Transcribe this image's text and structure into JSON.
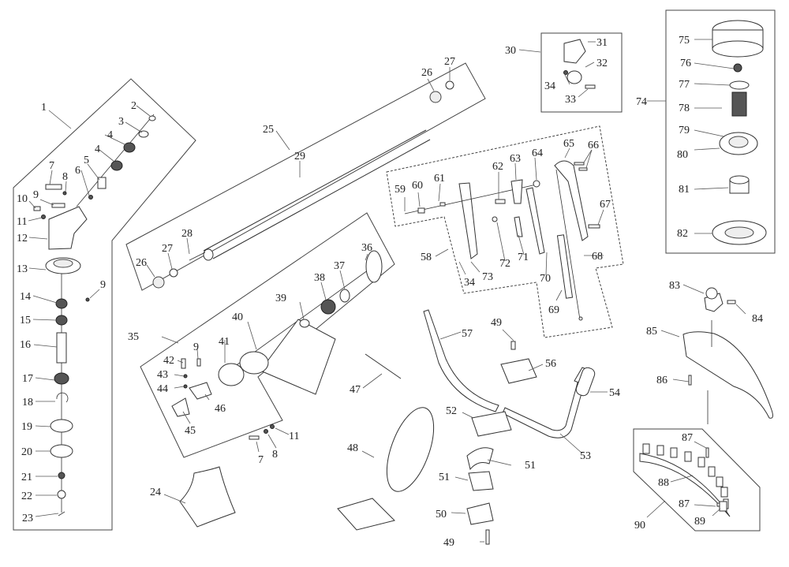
{
  "diagram": {
    "title": "Brush cutter exploded parts diagram",
    "callouts": [
      {
        "id": "c1",
        "label": "1"
      },
      {
        "id": "c2",
        "label": "2"
      },
      {
        "id": "c3",
        "label": "3"
      },
      {
        "id": "c4a",
        "label": "4"
      },
      {
        "id": "c4b",
        "label": "4"
      },
      {
        "id": "c5",
        "label": "5"
      },
      {
        "id": "c6",
        "label": "6"
      },
      {
        "id": "c7a",
        "label": "7"
      },
      {
        "id": "c8a",
        "label": "8"
      },
      {
        "id": "c9a",
        "label": "9"
      },
      {
        "id": "c10",
        "label": "10"
      },
      {
        "id": "c11a",
        "label": "11"
      },
      {
        "id": "c12",
        "label": "12"
      },
      {
        "id": "c13",
        "label": "13"
      },
      {
        "id": "c9b",
        "label": "9"
      },
      {
        "id": "c14",
        "label": "14"
      },
      {
        "id": "c15",
        "label": "15"
      },
      {
        "id": "c16",
        "label": "16"
      },
      {
        "id": "c17",
        "label": "17"
      },
      {
        "id": "c18",
        "label": "18"
      },
      {
        "id": "c19",
        "label": "19"
      },
      {
        "id": "c20",
        "label": "20"
      },
      {
        "id": "c21",
        "label": "21"
      },
      {
        "id": "c22",
        "label": "22"
      },
      {
        "id": "c23",
        "label": "23"
      },
      {
        "id": "c24",
        "label": "24"
      },
      {
        "id": "c25",
        "label": "25"
      },
      {
        "id": "c26a",
        "label": "26"
      },
      {
        "id": "c27a",
        "label": "27"
      },
      {
        "id": "c26b",
        "label": "26"
      },
      {
        "id": "c27b",
        "label": "27"
      },
      {
        "id": "c28",
        "label": "28"
      },
      {
        "id": "c29",
        "label": "29"
      },
      {
        "id": "c30",
        "label": "30"
      },
      {
        "id": "c31",
        "label": "31"
      },
      {
        "id": "c32",
        "label": "32"
      },
      {
        "id": "c33",
        "label": "33"
      },
      {
        "id": "c34a",
        "label": "34"
      },
      {
        "id": "c35",
        "label": "35"
      },
      {
        "id": "c36",
        "label": "36"
      },
      {
        "id": "c37",
        "label": "37"
      },
      {
        "id": "c38",
        "label": "38"
      },
      {
        "id": "c39",
        "label": "39"
      },
      {
        "id": "c40",
        "label": "40"
      },
      {
        "id": "c41",
        "label": "41"
      },
      {
        "id": "c42",
        "label": "42"
      },
      {
        "id": "c43",
        "label": "43"
      },
      {
        "id": "c44",
        "label": "44"
      },
      {
        "id": "c45",
        "label": "45"
      },
      {
        "id": "c46",
        "label": "46"
      },
      {
        "id": "c9c",
        "label": "9"
      },
      {
        "id": "c7b",
        "label": "7"
      },
      {
        "id": "c8b",
        "label": "8"
      },
      {
        "id": "c11b",
        "label": "11"
      },
      {
        "id": "c47",
        "label": "47"
      },
      {
        "id": "c48",
        "label": "48"
      },
      {
        "id": "c49a",
        "label": "49"
      },
      {
        "id": "c49b",
        "label": "49"
      },
      {
        "id": "c50",
        "label": "50"
      },
      {
        "id": "c51a",
        "label": "51"
      },
      {
        "id": "c51b",
        "label": "51"
      },
      {
        "id": "c52",
        "label": "52"
      },
      {
        "id": "c53",
        "label": "53"
      },
      {
        "id": "c54",
        "label": "54"
      },
      {
        "id": "c56",
        "label": "56"
      },
      {
        "id": "c57",
        "label": "57"
      },
      {
        "id": "c58",
        "label": "58"
      },
      {
        "id": "c59",
        "label": "59"
      },
      {
        "id": "c60",
        "label": "60"
      },
      {
        "id": "c61",
        "label": "61"
      },
      {
        "id": "c62",
        "label": "62"
      },
      {
        "id": "c63",
        "label": "63"
      },
      {
        "id": "c64",
        "label": "64"
      },
      {
        "id": "c65",
        "label": "65"
      },
      {
        "id": "c66",
        "label": "66"
      },
      {
        "id": "c67",
        "label": "67"
      },
      {
        "id": "c68",
        "label": "68"
      },
      {
        "id": "c69",
        "label": "69"
      },
      {
        "id": "c70",
        "label": "70"
      },
      {
        "id": "c71",
        "label": "71"
      },
      {
        "id": "c72",
        "label": "72"
      },
      {
        "id": "c73",
        "label": "73"
      },
      {
        "id": "c34b",
        "label": "34"
      },
      {
        "id": "c74",
        "label": "74"
      },
      {
        "id": "c75",
        "label": "75"
      },
      {
        "id": "c76",
        "label": "76"
      },
      {
        "id": "c77",
        "label": "77"
      },
      {
        "id": "c78",
        "label": "78"
      },
      {
        "id": "c79",
        "label": "79"
      },
      {
        "id": "c80",
        "label": "80"
      },
      {
        "id": "c81",
        "label": "81"
      },
      {
        "id": "c82",
        "label": "82"
      },
      {
        "id": "c83",
        "label": "83"
      },
      {
        "id": "c84",
        "label": "84"
      },
      {
        "id": "c85",
        "label": "85"
      },
      {
        "id": "c86",
        "label": "86"
      },
      {
        "id": "c87a",
        "label": "87"
      },
      {
        "id": "c87b",
        "label": "87"
      },
      {
        "id": "c88",
        "label": "88"
      },
      {
        "id": "c89",
        "label": "89"
      },
      {
        "id": "c90",
        "label": "90"
      }
    ]
  }
}
